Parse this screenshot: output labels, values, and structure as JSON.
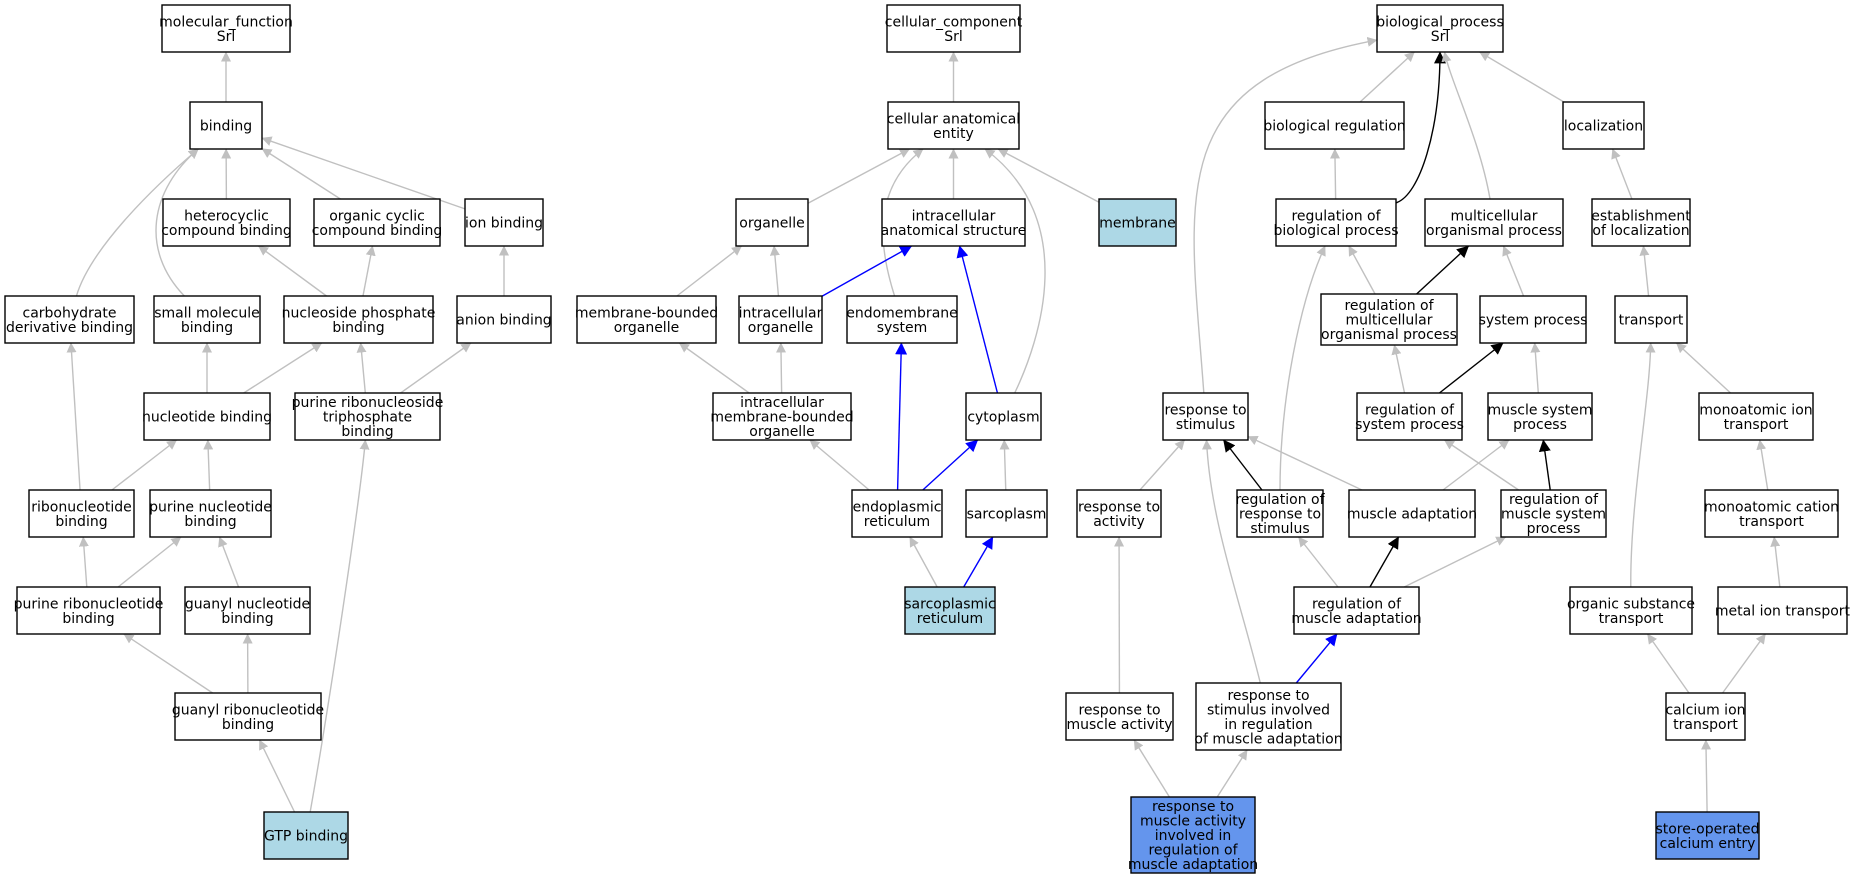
{
  "colors": {
    "node_default": "#ffffff",
    "node_light": "#add8e6",
    "node_query": "#6495ed",
    "edge_gray": "#c0c0c0",
    "edge_black": "#000000",
    "edge_blue": "#0000ff"
  },
  "nodes": [
    {
      "id": "mf",
      "lines": [
        "molecular_function",
        "Srl"
      ],
      "fill": "node_default"
    },
    {
      "id": "binding",
      "lines": [
        "binding"
      ],
      "fill": "node_default"
    },
    {
      "id": "heterocyclic",
      "lines": [
        "heterocyclic",
        "compound binding"
      ],
      "fill": "node_default"
    },
    {
      "id": "orgcyclic",
      "lines": [
        "organic cyclic",
        "compound binding"
      ],
      "fill": "node_default"
    },
    {
      "id": "ionbinding",
      "lines": [
        "ion binding"
      ],
      "fill": "node_default"
    },
    {
      "id": "carbderiv",
      "lines": [
        "carbohydrate",
        "derivative binding"
      ],
      "fill": "node_default"
    },
    {
      "id": "smallmol",
      "lines": [
        "small molecule",
        "binding"
      ],
      "fill": "node_default"
    },
    {
      "id": "nucphos",
      "lines": [
        "nucleoside phosphate",
        "binding"
      ],
      "fill": "node_default"
    },
    {
      "id": "anion",
      "lines": [
        "anion binding"
      ],
      "fill": "node_default"
    },
    {
      "id": "nucbind",
      "lines": [
        "nucleotide binding"
      ],
      "fill": "node_default"
    },
    {
      "id": "purtriph",
      "lines": [
        "purine ribonucleoside",
        "triphosphate",
        "binding"
      ],
      "fill": "node_default"
    },
    {
      "id": "ribonuc",
      "lines": [
        "ribonucleotide",
        "binding"
      ],
      "fill": "node_default"
    },
    {
      "id": "purnuc",
      "lines": [
        "purine nucleotide",
        "binding"
      ],
      "fill": "node_default"
    },
    {
      "id": "purribo",
      "lines": [
        "purine ribonucleotide",
        "binding"
      ],
      "fill": "node_default"
    },
    {
      "id": "guanyl",
      "lines": [
        "guanyl nucleotide",
        "binding"
      ],
      "fill": "node_default"
    },
    {
      "id": "guanylribo",
      "lines": [
        "guanyl ribonucleotide",
        "binding"
      ],
      "fill": "node_default"
    },
    {
      "id": "gtp",
      "lines": [
        "GTP binding"
      ],
      "fill": "node_light"
    },
    {
      "id": "cc",
      "lines": [
        "cellular_component",
        "Srl"
      ],
      "fill": "node_default"
    },
    {
      "id": "cae",
      "lines": [
        "cellular anatomical",
        "entity"
      ],
      "fill": "node_default"
    },
    {
      "id": "organelle",
      "lines": [
        "organelle"
      ],
      "fill": "node_default"
    },
    {
      "id": "ias",
      "lines": [
        "intracellular",
        "anatomical structure"
      ],
      "fill": "node_default"
    },
    {
      "id": "membrane",
      "lines": [
        "membrane"
      ],
      "fill": "node_light"
    },
    {
      "id": "mbo",
      "lines": [
        "membrane-bounded",
        "organelle"
      ],
      "fill": "node_default"
    },
    {
      "id": "intorg",
      "lines": [
        "intracellular",
        "organelle"
      ],
      "fill": "node_default"
    },
    {
      "id": "endomem",
      "lines": [
        "endomembrane",
        "system"
      ],
      "fill": "node_default"
    },
    {
      "id": "imbo",
      "lines": [
        "intracellular",
        "membrane-bounded",
        "organelle"
      ],
      "fill": "node_default"
    },
    {
      "id": "cytoplasm",
      "lines": [
        "cytoplasm"
      ],
      "fill": "node_default"
    },
    {
      "id": "er",
      "lines": [
        "endoplasmic",
        "reticulum"
      ],
      "fill": "node_default"
    },
    {
      "id": "sarcoplasm",
      "lines": [
        "sarcoplasm"
      ],
      "fill": "node_default"
    },
    {
      "id": "sr",
      "lines": [
        "sarcoplasmic",
        "reticulum"
      ],
      "fill": "node_light"
    },
    {
      "id": "bp",
      "lines": [
        "biological_process",
        "Srl"
      ],
      "fill": "node_default"
    },
    {
      "id": "bioreg",
      "lines": [
        "biological regulation"
      ],
      "fill": "node_default"
    },
    {
      "id": "localization",
      "lines": [
        "localization"
      ],
      "fill": "node_default"
    },
    {
      "id": "regbp",
      "lines": [
        "regulation of",
        "biological process"
      ],
      "fill": "node_default"
    },
    {
      "id": "multi",
      "lines": [
        "multicellular",
        "organismal process"
      ],
      "fill": "node_default"
    },
    {
      "id": "estloc",
      "lines": [
        "establishment",
        "of localization"
      ],
      "fill": "node_default"
    },
    {
      "id": "regmulti",
      "lines": [
        "regulation of",
        "multicellular",
        "organismal process"
      ],
      "fill": "node_default"
    },
    {
      "id": "sysproc",
      "lines": [
        "system process"
      ],
      "fill": "node_default"
    },
    {
      "id": "transport",
      "lines": [
        "transport"
      ],
      "fill": "node_default"
    },
    {
      "id": "respstim",
      "lines": [
        "response to",
        "stimulus"
      ],
      "fill": "node_default"
    },
    {
      "id": "regsys",
      "lines": [
        "regulation of",
        "system process"
      ],
      "fill": "node_default"
    },
    {
      "id": "muscsys",
      "lines": [
        "muscle system",
        "process"
      ],
      "fill": "node_default"
    },
    {
      "id": "monoion",
      "lines": [
        "monoatomic ion",
        "transport"
      ],
      "fill": "node_default"
    },
    {
      "id": "respact",
      "lines": [
        "response to",
        "activity"
      ],
      "fill": "node_default"
    },
    {
      "id": "regresp",
      "lines": [
        "regulation of",
        "response to",
        "stimulus"
      ],
      "fill": "node_default"
    },
    {
      "id": "muscadapt",
      "lines": [
        "muscle adaptation"
      ],
      "fill": "node_default"
    },
    {
      "id": "regmuscsys",
      "lines": [
        "regulation of",
        "muscle system",
        "process"
      ],
      "fill": "node_default"
    },
    {
      "id": "monocat",
      "lines": [
        "monoatomic cation",
        "transport"
      ],
      "fill": "node_default"
    },
    {
      "id": "regmuscadapt",
      "lines": [
        "regulation of",
        "muscle adaptation"
      ],
      "fill": "node_default"
    },
    {
      "id": "orgsub",
      "lines": [
        "organic substance",
        "transport"
      ],
      "fill": "node_default"
    },
    {
      "id": "metalion",
      "lines": [
        "metal ion transport"
      ],
      "fill": "node_default"
    },
    {
      "id": "respmuscact",
      "lines": [
        "response to",
        "muscle activity"
      ],
      "fill": "node_default"
    },
    {
      "id": "respstiminv",
      "lines": [
        "response to",
        "stimulus involved",
        "in regulation",
        "of muscle adaptation"
      ],
      "fill": "node_default"
    },
    {
      "id": "calcium",
      "lines": [
        "calcium ion",
        "transport"
      ],
      "fill": "node_default"
    },
    {
      "id": "respmuscactinv",
      "lines": [
        "response to",
        "muscle activity",
        "involved in",
        "regulation of",
        "muscle adaptation"
      ],
      "fill": "node_query"
    },
    {
      "id": "soce",
      "lines": [
        "store-operated",
        "calcium entry"
      ],
      "fill": "node_query"
    }
  ],
  "edges": [
    {
      "from": "binding",
      "to": "mf",
      "color": "edge_gray"
    },
    {
      "from": "heterocyclic",
      "to": "binding",
      "color": "edge_gray"
    },
    {
      "from": "orgcyclic",
      "to": "binding",
      "color": "edge_gray"
    },
    {
      "from": "ionbinding",
      "to": "binding",
      "color": "edge_gray"
    },
    {
      "from": "carbderiv",
      "to": "binding",
      "color": "edge_gray"
    },
    {
      "from": "smallmol",
      "to": "binding",
      "color": "edge_gray"
    },
    {
      "from": "nucphos",
      "to": "heterocyclic",
      "color": "edge_gray"
    },
    {
      "from": "nucphos",
      "to": "orgcyclic",
      "color": "edge_gray"
    },
    {
      "from": "anion",
      "to": "ionbinding",
      "color": "edge_gray"
    },
    {
      "from": "nucbind",
      "to": "smallmol",
      "color": "edge_gray"
    },
    {
      "from": "nucbind",
      "to": "nucphos",
      "color": "edge_gray"
    },
    {
      "from": "purtriph",
      "to": "nucphos",
      "color": "edge_gray"
    },
    {
      "from": "purtriph",
      "to": "anion",
      "color": "edge_gray"
    },
    {
      "from": "ribonuc",
      "to": "carbderiv",
      "color": "edge_gray"
    },
    {
      "from": "ribonuc",
      "to": "nucbind",
      "color": "edge_gray"
    },
    {
      "from": "purnuc",
      "to": "nucbind",
      "color": "edge_gray"
    },
    {
      "from": "purribo",
      "to": "ribonuc",
      "color": "edge_gray"
    },
    {
      "from": "purribo",
      "to": "purnuc",
      "color": "edge_gray"
    },
    {
      "from": "guanyl",
      "to": "purnuc",
      "color": "edge_gray"
    },
    {
      "from": "guanylribo",
      "to": "purribo",
      "color": "edge_gray"
    },
    {
      "from": "guanylribo",
      "to": "guanyl",
      "color": "edge_gray"
    },
    {
      "from": "gtp",
      "to": "guanylribo",
      "color": "edge_gray"
    },
    {
      "from": "gtp",
      "to": "purtriph",
      "color": "edge_gray"
    },
    {
      "from": "cae",
      "to": "cc",
      "color": "edge_gray"
    },
    {
      "from": "organelle",
      "to": "cae",
      "color": "edge_gray"
    },
    {
      "from": "ias",
      "to": "cae",
      "color": "edge_gray"
    },
    {
      "from": "membrane",
      "to": "cae",
      "color": "edge_gray"
    },
    {
      "from": "endomem",
      "to": "cae",
      "color": "edge_gray"
    },
    {
      "from": "cytoplasm",
      "to": "cae",
      "color": "edge_gray"
    },
    {
      "from": "mbo",
      "to": "organelle",
      "color": "edge_gray"
    },
    {
      "from": "intorg",
      "to": "organelle",
      "color": "edge_gray"
    },
    {
      "from": "intorg",
      "to": "ias",
      "color": "edge_blue"
    },
    {
      "from": "imbo",
      "to": "mbo",
      "color": "edge_gray"
    },
    {
      "from": "imbo",
      "to": "intorg",
      "color": "edge_gray"
    },
    {
      "from": "cytoplasm",
      "to": "ias",
      "color": "edge_blue"
    },
    {
      "from": "er",
      "to": "imbo",
      "color": "edge_gray"
    },
    {
      "from": "er",
      "to": "endomem",
      "color": "edge_blue"
    },
    {
      "from": "er",
      "to": "cytoplasm",
      "color": "edge_blue"
    },
    {
      "from": "sarcoplasm",
      "to": "cytoplasm",
      "color": "edge_gray"
    },
    {
      "from": "sr",
      "to": "er",
      "color": "edge_gray"
    },
    {
      "from": "sr",
      "to": "sarcoplasm",
      "color": "edge_blue"
    },
    {
      "from": "bioreg",
      "to": "bp",
      "color": "edge_gray"
    },
    {
      "from": "localization",
      "to": "bp",
      "color": "edge_gray"
    },
    {
      "from": "regbp",
      "to": "bp",
      "color": "edge_black"
    },
    {
      "from": "multi",
      "to": "bp",
      "color": "edge_gray"
    },
    {
      "from": "respstim",
      "to": "bp",
      "color": "edge_gray"
    },
    {
      "from": "regbp",
      "to": "bioreg",
      "color": "edge_gray"
    },
    {
      "from": "estloc",
      "to": "localization",
      "color": "edge_gray"
    },
    {
      "from": "regmulti",
      "to": "regbp",
      "color": "edge_gray"
    },
    {
      "from": "regmulti",
      "to": "multi",
      "color": "edge_black"
    },
    {
      "from": "sysproc",
      "to": "multi",
      "color": "edge_gray"
    },
    {
      "from": "transport",
      "to": "estloc",
      "color": "edge_gray"
    },
    {
      "from": "regsys",
      "to": "regmulti",
      "color": "edge_gray"
    },
    {
      "from": "regsys",
      "to": "sysproc",
      "color": "edge_black"
    },
    {
      "from": "muscsys",
      "to": "sysproc",
      "color": "edge_gray"
    },
    {
      "from": "monoion",
      "to": "transport",
      "color": "edge_gray"
    },
    {
      "from": "respact",
      "to": "respstim",
      "color": "edge_gray"
    },
    {
      "from": "regresp",
      "to": "respstim",
      "color": "edge_black"
    },
    {
      "from": "regresp",
      "to": "regbp",
      "color": "edge_gray"
    },
    {
      "from": "muscadapt",
      "to": "respstim",
      "color": "edge_gray"
    },
    {
      "from": "muscadapt",
      "to": "muscsys",
      "color": "edge_gray"
    },
    {
      "from": "regmuscsys",
      "to": "muscsys",
      "color": "edge_black"
    },
    {
      "from": "regmuscsys",
      "to": "regsys",
      "color": "edge_gray"
    },
    {
      "from": "monocat",
      "to": "monoion",
      "color": "edge_gray"
    },
    {
      "from": "regmuscadapt",
      "to": "muscadapt",
      "color": "edge_black"
    },
    {
      "from": "regmuscadapt",
      "to": "regresp",
      "color": "edge_gray"
    },
    {
      "from": "regmuscadapt",
      "to": "regmuscsys",
      "color": "edge_gray"
    },
    {
      "from": "orgsub",
      "to": "transport",
      "color": "edge_gray"
    },
    {
      "from": "metalion",
      "to": "monocat",
      "color": "edge_gray"
    },
    {
      "from": "respmuscact",
      "to": "respact",
      "color": "edge_gray"
    },
    {
      "from": "respstiminv",
      "to": "respstim",
      "color": "edge_gray"
    },
    {
      "from": "respstiminv",
      "to": "regmuscadapt",
      "color": "edge_blue"
    },
    {
      "from": "calcium",
      "to": "orgsub",
      "color": "edge_gray"
    },
    {
      "from": "calcium",
      "to": "metalion",
      "color": "edge_gray"
    },
    {
      "from": "respmuscactinv",
      "to": "respmuscact",
      "color": "edge_gray"
    },
    {
      "from": "respmuscactinv",
      "to": "respstiminv",
      "color": "edge_gray"
    },
    {
      "from": "soce",
      "to": "calcium",
      "color": "edge_gray"
    }
  ]
}
